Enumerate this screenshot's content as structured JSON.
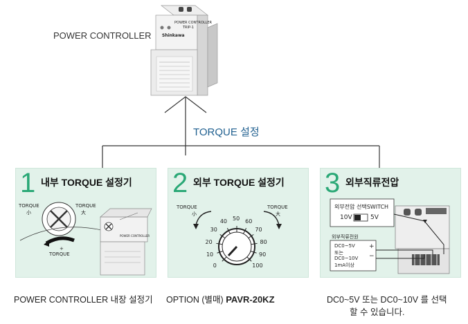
{
  "top": {
    "device_label": "POWER CONTROLLER",
    "device_text_1": "POWER CONTROLLER",
    "device_text_2": "TRIP-1",
    "device_brand": "Shinkawa",
    "setting_label": "TORQUE 설정"
  },
  "panels": [
    {
      "number": "1",
      "title": "내부 TORQUE 설정기",
      "dial_left": "TORQUE",
      "dial_left_sub": "小",
      "dial_right": "TORQUE",
      "dial_right_sub": "大",
      "plus": "+",
      "bottom_label": "TORQUE",
      "side_text": "POWER CONTROLLER",
      "caption": "POWER CONTROLLER 내장 설정기"
    },
    {
      "number": "2",
      "title": "외부 TORQUE 설정기",
      "left_label": "TORQUE",
      "left_sub": "小",
      "right_label": "TORQUE",
      "right_sub": "大",
      "scale": [
        "0",
        "10",
        "20",
        "30",
        "40",
        "50",
        "60",
        "70",
        "80",
        "90",
        "100"
      ],
      "caption_prefix": "OPTION (별매)",
      "caption_model": "PAVR-20KZ"
    },
    {
      "number": "3",
      "title": "외부직류전압",
      "switch_title": "외부전압 선택SWITCH",
      "switch_left": "10V",
      "switch_right": "5V",
      "source_title": "외부직류전원",
      "source_lines": [
        "DC0~5V",
        "또는",
        "DC0~10V",
        "1mA이상"
      ],
      "plus": "+",
      "minus": "−",
      "caption_line1": "DC0~5V 또는 DC0~10V 를 선택",
      "caption_line2": "할 수 있습니다."
    }
  ]
}
